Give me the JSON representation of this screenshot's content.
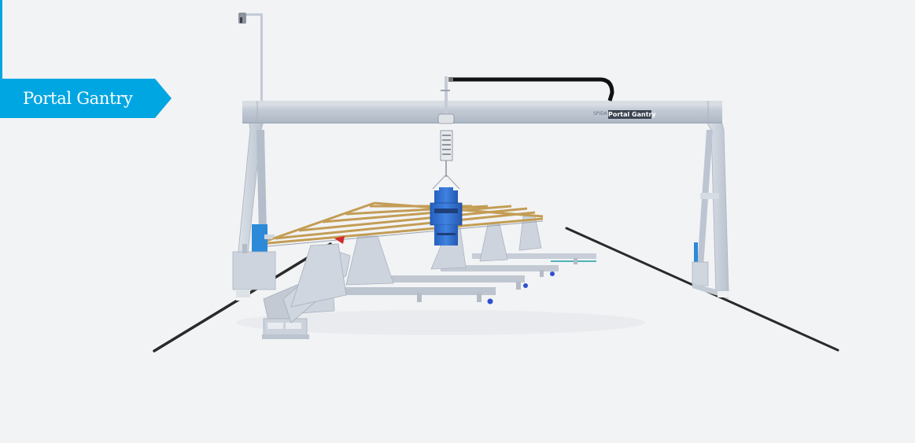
{
  "banner": {
    "label": "Portal Gantry",
    "color": "#00a6e2"
  },
  "machine": {
    "name": "Portal Gantry",
    "beam_plate_text": "Portal Gantry",
    "brand_text": "SPIDA",
    "colors": {
      "frame": "#c9d0da",
      "frame_shadow": "#a9b3c0",
      "hoist_blue": "#2d6fd0",
      "timber": "#c9a45c",
      "rail": "#2a2a2a",
      "cable_chain": "#111111"
    }
  },
  "background": "#f2f3f5"
}
